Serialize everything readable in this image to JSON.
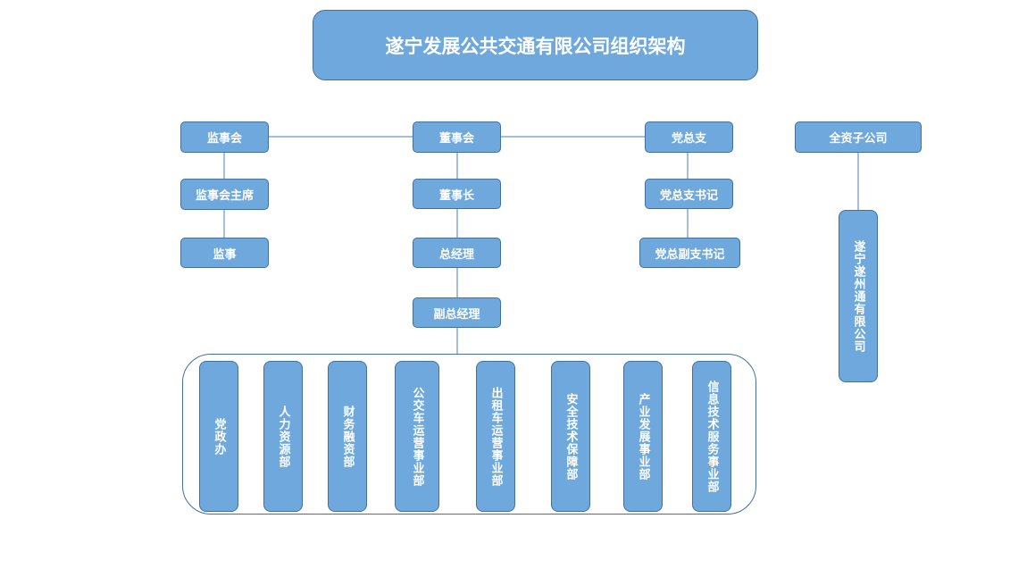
{
  "title": "遂宁发展公共交通有限公司组织架构",
  "supervisory": {
    "board": "监事会",
    "chair": "监事会主席",
    "supervisor": "监事"
  },
  "directors": {
    "board": "董事会",
    "chairman": "董事长",
    "gm": "总经理",
    "deputy_gm": "副总经理"
  },
  "party": {
    "branch": "党总支",
    "secretary": "党总支书记",
    "deputy_secretary": "党总副支书记"
  },
  "subsidiary": {
    "header": "全资子公司",
    "company": "遂宁遂州通有限公司"
  },
  "departments": [
    "党政办",
    "人力资源部",
    "财务融资部",
    "公交车运营事业部",
    "出租车运营事业部",
    "安全技术保障部",
    "产业发展事业部",
    "信息技术服务事业部"
  ]
}
